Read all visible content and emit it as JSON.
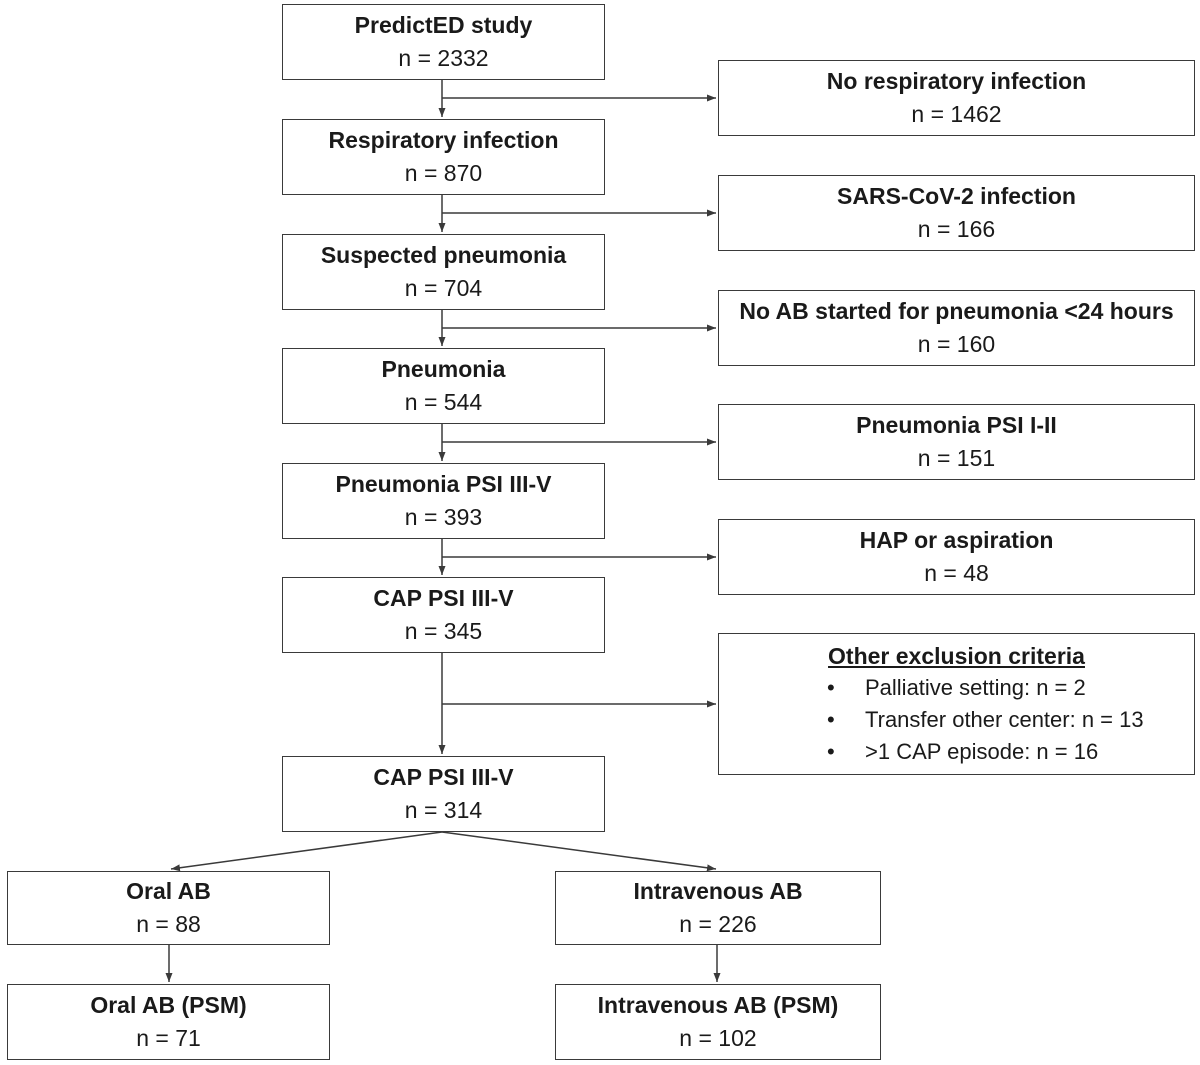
{
  "main_flow": [
    {
      "title": "PredictED study",
      "count": "n = 2332"
    },
    {
      "title": "Respiratory infection",
      "count": "n = 870"
    },
    {
      "title": "Suspected pneumonia",
      "count": "n = 704"
    },
    {
      "title": "Pneumonia",
      "count": "n = 544"
    },
    {
      "title": "Pneumonia PSI III-V",
      "count": "n = 393"
    },
    {
      "title": "CAP PSI III-V",
      "count": "n = 345"
    },
    {
      "title": "CAP PSI III-V",
      "count": "n = 314"
    }
  ],
  "exclusions": [
    {
      "title": "No respiratory infection",
      "count": "n = 1462"
    },
    {
      "title": "SARS-CoV-2 infection",
      "count": "n = 166"
    },
    {
      "title": "No AB started for pneumonia <24 hours",
      "count": "n = 160"
    },
    {
      "title": "Pneumonia PSI I-II",
      "count": "n = 151"
    },
    {
      "title": "HAP or aspiration",
      "count": "n = 48"
    }
  ],
  "other_exclusion": {
    "title": "Other exclusion criteria",
    "items": [
      "Palliative setting: n = 2",
      "Transfer other center: n = 13",
      ">1 CAP episode: n = 16"
    ]
  },
  "branches": {
    "oral": {
      "title": "Oral AB",
      "count": "n = 88"
    },
    "iv": {
      "title": "Intravenous AB",
      "count": "n = 226"
    },
    "oral_psm": {
      "title": "Oral AB (PSM)",
      "count": "n = 71"
    },
    "iv_psm": {
      "title": "Intravenous AB (PSM)",
      "count": "n = 102"
    }
  },
  "colors": {
    "line": "#3a3a3a",
    "box_border": "#3a3a3a"
  }
}
